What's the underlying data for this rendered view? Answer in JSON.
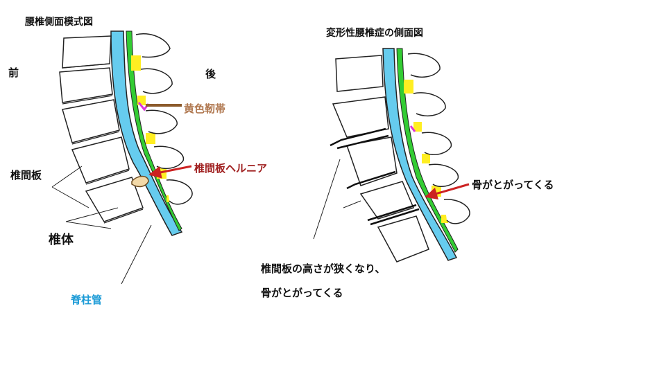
{
  "left_diagram": {
    "title": "腰椎側面模式図",
    "front_label": "前",
    "back_label": "後",
    "disc_label": "椎間板",
    "vertebral_body_label": "椎体",
    "canal_label": "脊柱管",
    "ligament_label": "黄色靭帯",
    "hernia_label": "椎間板ヘルニア"
  },
  "right_diagram": {
    "title": "変形性腰椎症の側面図",
    "bone_label": "骨がとがってくる",
    "caption_line1": "椎間板の高さが狭くなり、",
    "caption_line2": "骨がとがってくる"
  },
  "colors": {
    "canal": "#66ccee",
    "ligament_green": "#33cc33",
    "facet_yellow": "#ffee22",
    "magenta": "#dd33dd",
    "arrow_red": "#cc2222",
    "ligament_label": "#b07850",
    "hernia_label": "#a02020",
    "canal_label": "#1a9ad6"
  }
}
